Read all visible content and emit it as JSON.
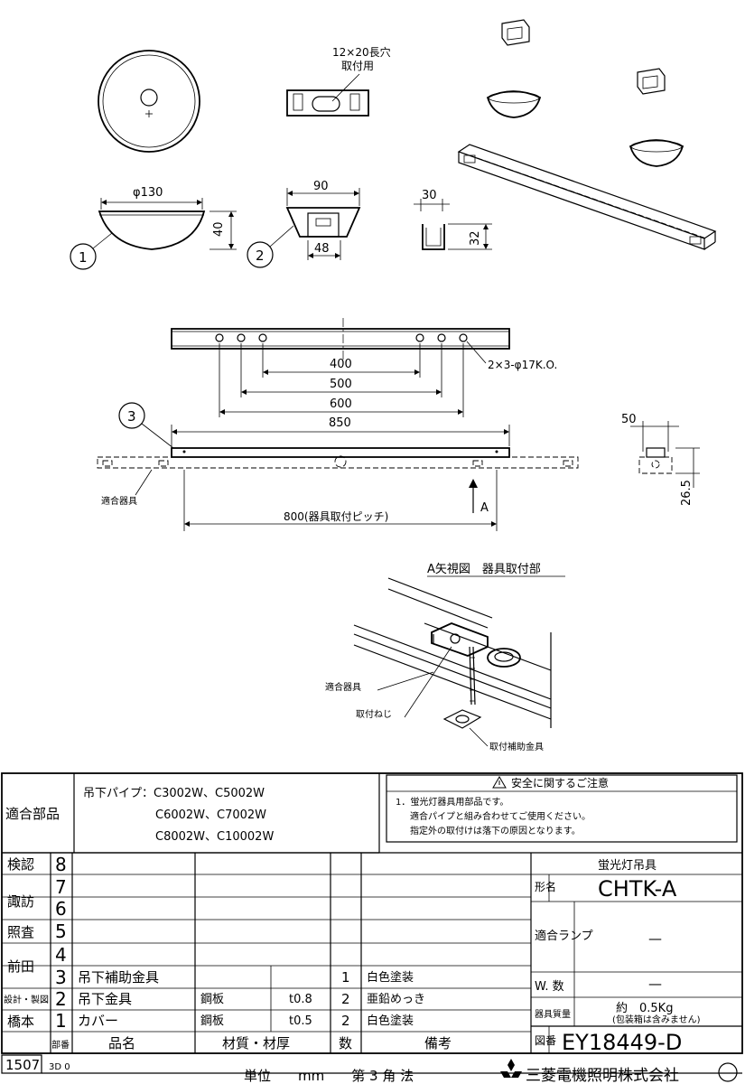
{
  "dims": {
    "phi130": "φ130",
    "d40": "40",
    "d90": "90",
    "d48": "48",
    "slot": "12×20長穴",
    "slot_use": "取付用",
    "d30": "30",
    "d32": "32",
    "d400": "400",
    "d500": "500",
    "d600": "600",
    "d850": "850",
    "holes": "2×3-φ17K.O.",
    "pitch": "800(器具取付ピッチ)",
    "d50": "50",
    "d26_5": "26.5",
    "arrow_a": "A"
  },
  "callouts": [
    "1",
    "2",
    "3"
  ],
  "labels": {
    "fixture_1": "適合器具",
    "view_title": "A矢視図　器具取付部",
    "fixture_2": "適合器具",
    "screw": "取付ねじ",
    "aux_bracket": "取付補助金具"
  },
  "compat": {
    "label": "適合部品",
    "line1": "吊下パイプ：C3002W、C5002W",
    "line2": "C6002W、C7002W",
    "line3": "C8002W、C10002W"
  },
  "safety": {
    "title": "安全に関するご注意",
    "line1": "1．蛍光灯器具用部品です。",
    "line2": "適合パイプと組み合わせてご使用ください。",
    "line3": "指定外の取付けは落下の原因となります。"
  },
  "revisions": [
    {
      "label": "検認",
      "no": "8"
    },
    {
      "label": "諏訪",
      "no": "7"
    },
    {
      "label": "",
      "no": "6"
    },
    {
      "label": "照査",
      "no": "5"
    },
    {
      "label": "",
      "no": "4"
    },
    {
      "label": "前田",
      "no": "3"
    },
    {
      "label": "設計・製図",
      "no": "2"
    },
    {
      "label": "橋本",
      "no": "1"
    }
  ],
  "parts": [
    {
      "name": "吊下補助金具",
      "mat": "",
      "thk": "",
      "qty": "1",
      "note": "白色塗装"
    },
    {
      "name": "吊下金具",
      "mat": "鋼板",
      "thk": "t0.8",
      "qty": "2",
      "note": "亜鉛めっき"
    },
    {
      "name": "カバー",
      "mat": "鋼板",
      "thk": "t0.5",
      "qty": "2",
      "note": "白色塗装"
    }
  ],
  "headers": {
    "part_no": "部番",
    "name": "品名",
    "material": "材質・材厚",
    "qty": "数",
    "note": "備考"
  },
  "title_block": {
    "product": "蛍光灯吊具",
    "model_label": "形名",
    "model": "CHTK-A",
    "lamp_label": "適合ランプ",
    "lamp_value": "—",
    "watt_label": "W. 数",
    "watt_value": "—",
    "mass_label": "器具質量",
    "mass_value": "約　0.5Kg",
    "mass_note": "(包装箱は含みません)",
    "dwg_label": "図番",
    "dwg_no": "EY18449-D"
  },
  "footer": {
    "code": "1507",
    "sub": "3D 0",
    "unit": "単位　　mm　　第 3 角 法",
    "company": "三菱電機照明株式会社"
  }
}
